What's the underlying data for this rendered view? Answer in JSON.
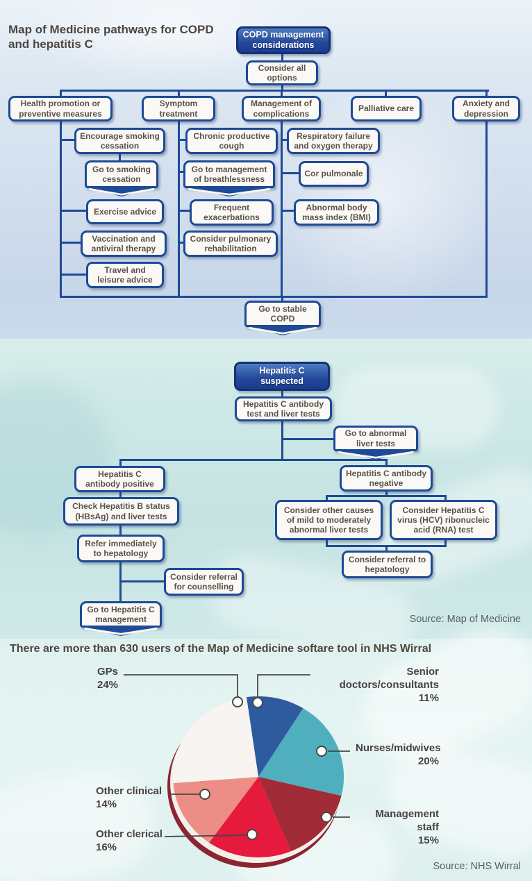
{
  "header": {
    "title": "Map of Medicine pathways for COPD and hepatitis C"
  },
  "copd": {
    "root": "COPD management considerations",
    "consider": "Consider all options",
    "headers": [
      "Health promotion or preventive measures",
      "Symptom treatment",
      "Management of complications",
      "Palliative care",
      "Anxiety and depression"
    ],
    "col1": [
      "Encourage smoking cessation",
      "Go to smoking cessation",
      "Exercise advice",
      "Vaccination and antiviral therapy",
      "Travel and leisure advice"
    ],
    "col2": [
      "Chronic productive cough",
      "Go to management of breathlessness",
      "Frequent exacerbations",
      "Consider pulmonary rehabilitation"
    ],
    "col3": [
      "Respiratory failure and oxygen therapy",
      "Cor pulmonale",
      "Abnormal body mass index (BMI)"
    ],
    "go_stable": "Go to stable COPD"
  },
  "hepc": {
    "suspected": "Hepatitis C suspected",
    "test": "Hepatitis C antibody test and liver tests",
    "go_abnormal": "Go to abnormal liver tests",
    "positive": "Hepatitis C antibody positive",
    "check_b": "Check Hepatitis B status (HBsAg) and liver tests",
    "refer": "Refer immediately to hepatology",
    "counselling": "Consider referral for counselling",
    "go_management": "Go to Hepatitis C management",
    "negative": "Hepatitis C antibody negative",
    "other_causes": "Consider other causes of mild to moderately abnormal liver tests",
    "rna_test": "Consider Hepatitis C virus (HCV) ribonucleic acid (RNA) test",
    "refer_hepatology": "Consider referral to hepatology",
    "source": "Source: Map of Medicine"
  },
  "pie_section": {
    "title": "There are more than 630 users of the Map of Medicine softare tool in NHS Wirral",
    "source": "Source: NHS Wirral"
  },
  "chart_data": {
    "type": "pie",
    "title": "There are more than 630 users of the Map of Medicine softare tool in NHS Wirral",
    "legend_position": "around",
    "start_angle_deg_from_north": -8,
    "direction": "clockwise",
    "slices": [
      {
        "label": "Senior doctors/consultants",
        "value": 11,
        "pct": "11%",
        "color": "#2e5b9e"
      },
      {
        "label": "Nurses/midwives",
        "value": 20,
        "pct": "20%",
        "color": "#4fafbe"
      },
      {
        "label": "Management staff",
        "value": 15,
        "pct": "15%",
        "color": "#a12b36"
      },
      {
        "label": "Other clerical",
        "value": 16,
        "pct": "16%",
        "color": "#e51a3c"
      },
      {
        "label": "Other clinical",
        "value": 14,
        "pct": "14%",
        "color": "#ec8e86"
      },
      {
        "label": "GPs",
        "value": 24,
        "pct": "24%",
        "color": "#f7f4f1"
      }
    ],
    "source": "Source: NHS Wirral"
  }
}
